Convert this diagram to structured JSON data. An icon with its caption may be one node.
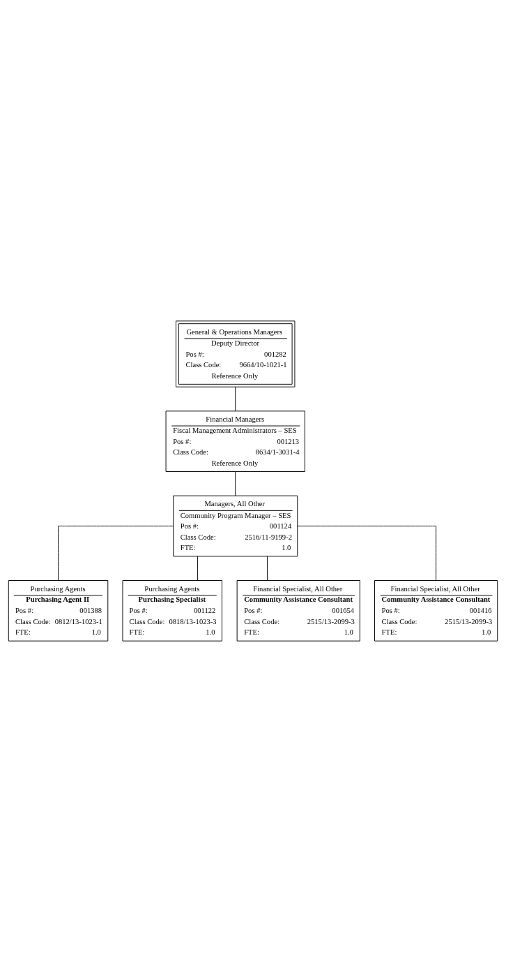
{
  "diagram": {
    "nodes": [
      {
        "text": [
          "General & Operations Managers",
          "Deputy Director",
          "Pos #:",
          "001282",
          "Class Code:",
          "9664/10-1021-1",
          "Reference Only"
        ]
      },
      {
        "text": [
          "Financial Managers",
          "Fiscal Management Administrators – SES",
          "Pos #:",
          "001213",
          "Class Code:",
          "8634/1-3031-4",
          "Reference Only"
        ]
      },
      {
        "text": [
          "Managers, All Other",
          "Community Program Manager – SES",
          "Pos #:",
          "001124",
          "Class Code:",
          "2516/11-9199-2",
          "FTE:",
          "1.0"
        ]
      },
      {
        "text": [
          "Purchasing Agents",
          "Purchasing Agent II",
          "Pos #:",
          "001388",
          "Class Code:",
          "0812/13-1023-1",
          "FTE:",
          "1.0"
        ]
      },
      {
        "text": [
          "Purchasing Agents",
          "Purchasing Specialist",
          "Pos #:",
          "001122",
          "Class Code:",
          "0818/13-1023-3",
          "FTE:",
          "1.0"
        ]
      },
      {
        "text": [
          "Financial Specialist, All Other",
          "Community Assistance Consultant",
          "Pos #:",
          "001654",
          "Class Code:",
          "2515/13-2099-3",
          "FTE:",
          "1.0"
        ]
      },
      {
        "text": [
          "Financial Specialist, All Other",
          "Community Assistance Consultant",
          "Pos #:",
          "001416",
          "Class Code:",
          "2515/13-2099-3",
          "FTE:",
          "1.0"
        ]
      }
    ],
    "edges": [
      {
        "from": 0,
        "to": 1,
        "arrow": "none"
      },
      {
        "from": 1,
        "to": 2,
        "arrow": "none"
      },
      {
        "from": 2,
        "to": 3,
        "arrow": "none"
      },
      {
        "from": 2,
        "to": 4,
        "arrow": "none"
      },
      {
        "from": 2,
        "to": 5,
        "arrow": "none"
      },
      {
        "from": 2,
        "to": 6,
        "arrow": "none"
      }
    ]
  }
}
